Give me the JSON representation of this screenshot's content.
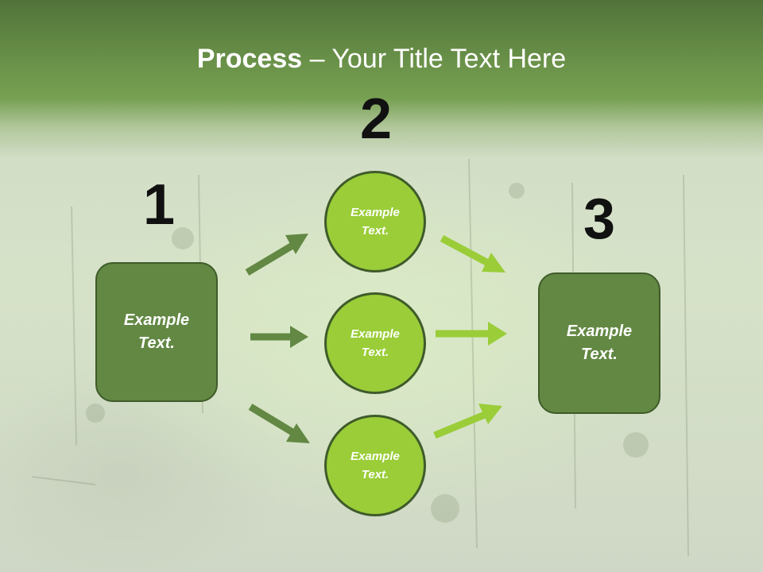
{
  "title": {
    "bold": "Process",
    "rest": " – Your Title Text Here"
  },
  "steps": {
    "one": "1",
    "two": "2",
    "three": "3"
  },
  "left_box": "Example Text.",
  "circles": [
    "Example Text.",
    "Example Text.",
    "Example Text."
  ],
  "right_box": "Example Text.",
  "colors": {
    "header_green": "#6a9249",
    "box_green": "#628843",
    "circle_green": "#9acd38",
    "arrow_dark": "#628843",
    "arrow_light": "#9acd38",
    "outline": "#3f5b2a"
  }
}
